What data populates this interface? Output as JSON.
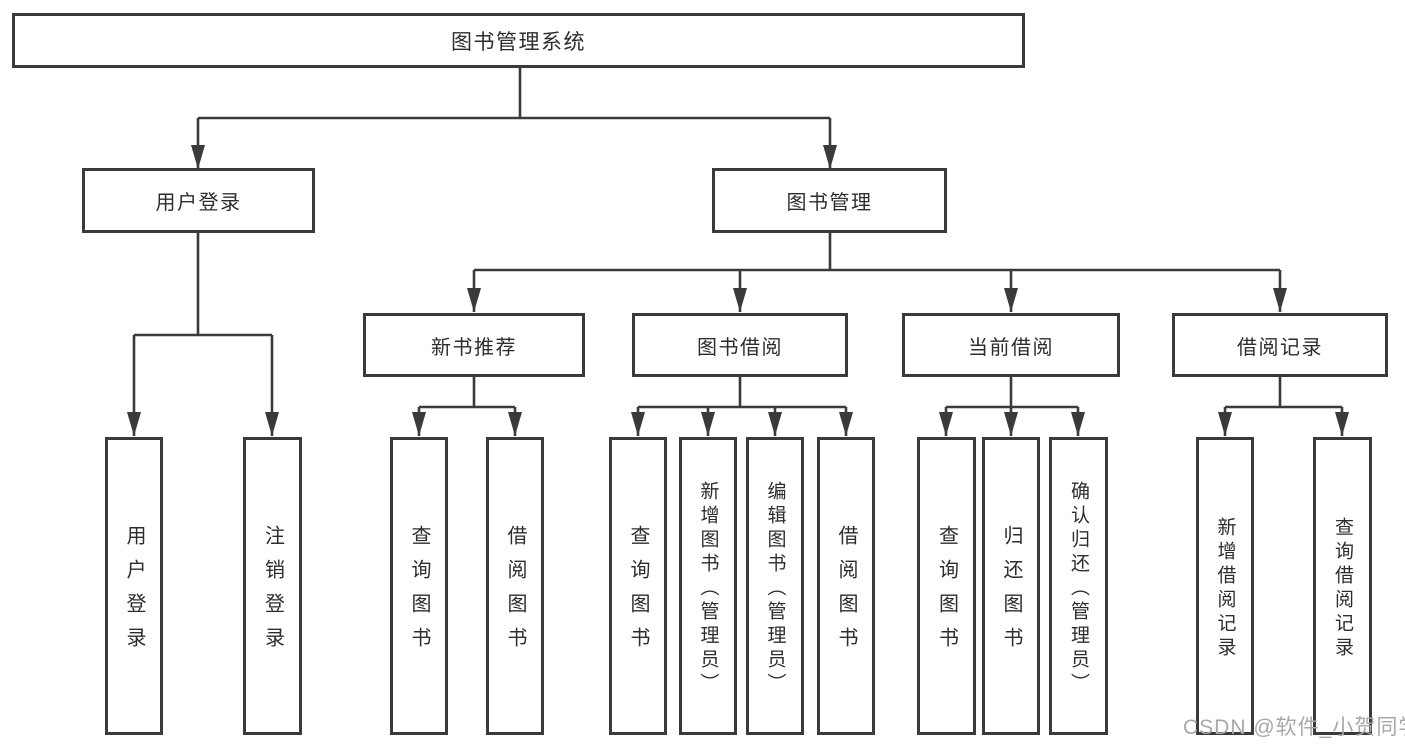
{
  "diagram": {
    "type": "hierarchy-tree",
    "tree": {
      "label": "图书管理系统",
      "children": [
        {
          "label": "用户登录",
          "children": [
            {
              "label": "用户登录"
            },
            {
              "label": "注销登录"
            }
          ]
        },
        {
          "label": "图书管理",
          "children": [
            {
              "label": "新书推荐",
              "children": [
                {
                  "label": "查询图书"
                },
                {
                  "label": "借阅图书"
                }
              ]
            },
            {
              "label": "图书借阅",
              "children": [
                {
                  "label": "查询图书"
                },
                {
                  "label": "新增图书（管理员）"
                },
                {
                  "label": "编辑图书（管理员）"
                },
                {
                  "label": "借阅图书"
                }
              ]
            },
            {
              "label": "当前借阅",
              "children": [
                {
                  "label": "查询图书"
                },
                {
                  "label": "归还图书"
                },
                {
                  "label": "确认归还（管理员）"
                }
              ]
            },
            {
              "label": "借阅记录",
              "children": [
                {
                  "label": "新增借阅记录"
                },
                {
                  "label": "查询借阅记录"
                }
              ]
            }
          ]
        }
      ]
    }
  },
  "watermark": {
    "text": "CSDN @软件_小贺同学",
    "color": "#a8a8a8"
  },
  "colors": {
    "background": "#ffffff",
    "box_border": "#3a3a3a",
    "connector_line": "#3a3a3a",
    "text": "#2d2d2d"
  }
}
